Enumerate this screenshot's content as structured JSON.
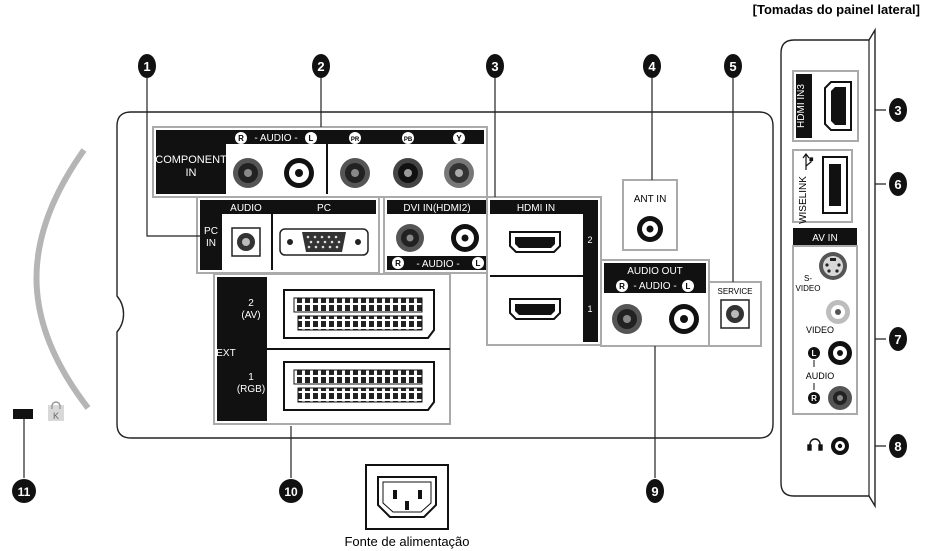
{
  "header": {
    "side_panel_title": "[Tomadas do painel lateral]"
  },
  "callouts": [
    "1",
    "2",
    "3",
    "4",
    "5",
    "6",
    "7",
    "8",
    "9",
    "10",
    "11"
  ],
  "rear_panel": {
    "component": {
      "label_line1": "COMPONENT",
      "label_line2": "IN",
      "audio_r": "R",
      "audio_mid": "- AUDIO -",
      "audio_l": "L",
      "pr": "PR",
      "pb": "PB",
      "y": "Y"
    },
    "pc": {
      "label_line1": "PC",
      "label_line2": "IN",
      "audio": "AUDIO",
      "pc": "PC"
    },
    "dvi": {
      "title": "DVI IN(HDMI2)",
      "audio_r": "R",
      "audio_mid": "- AUDIO -",
      "audio_l": "L"
    },
    "hdmi": {
      "title": "HDMI IN",
      "port2": "2",
      "port1": "1"
    },
    "ant": {
      "label": "ANT IN"
    },
    "service": {
      "label": "SERVICE"
    },
    "audio_out": {
      "title": "AUDIO OUT",
      "audio_r": "R",
      "audio_mid": "- AUDIO -",
      "audio_l": "L"
    },
    "ext": {
      "label": "EXT",
      "port2_line1": "2",
      "port2_line2": "(AV)",
      "port1_line1": "1",
      "port1_line2": "(RGB)"
    },
    "power": {
      "label": "Fonte de alimentação"
    },
    "kensington": {
      "badge": "K"
    }
  },
  "side_panel": {
    "hdmi3": "HDMI IN3",
    "wiselink": "WISELINK",
    "av_in": "AV IN",
    "svideo_line1": "S-",
    "svideo_line2": "VIDEO",
    "video": "VIDEO",
    "audio": "AUDIO",
    "audio_l": "L",
    "audio_r": "R"
  }
}
